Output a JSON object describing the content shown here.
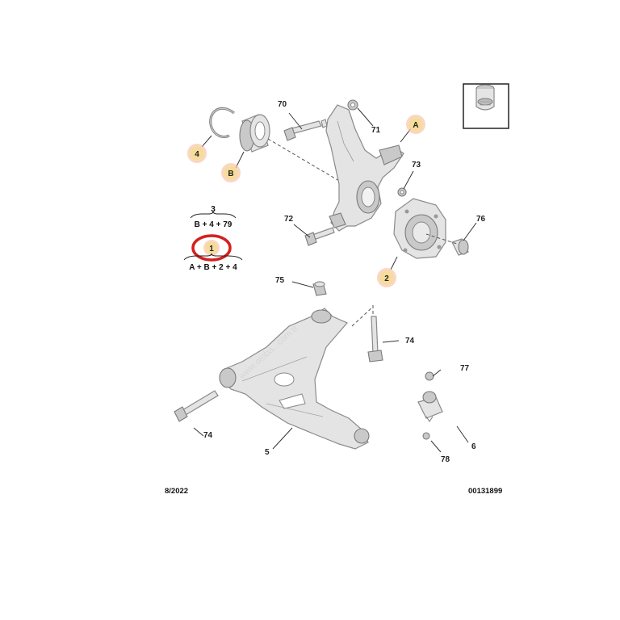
{
  "callouts": {
    "n70": "70",
    "n71": "71",
    "n72": "72",
    "n73": "73",
    "n74a": "74",
    "n74b": "74",
    "n75": "75",
    "n76": "76",
    "n77": "77",
    "n78": "78",
    "n5": "5",
    "n6": "6"
  },
  "bubbles": {
    "b4": "4",
    "bB": "B",
    "bA": "A",
    "b2": "2",
    "b1": "1"
  },
  "formulas": {
    "top_number": "3",
    "top_expression": "B + 4 + 79",
    "bottom_expression": "A + B + 2 + 4"
  },
  "footer": {
    "date": "8/2022",
    "code": "00131899"
  },
  "watermark": "www.otoba...com.tr",
  "colors": {
    "bubble_fill": "#f6dc9a",
    "bubble_halo": "#f8c6a8",
    "highlight_ring": "#d42020"
  }
}
